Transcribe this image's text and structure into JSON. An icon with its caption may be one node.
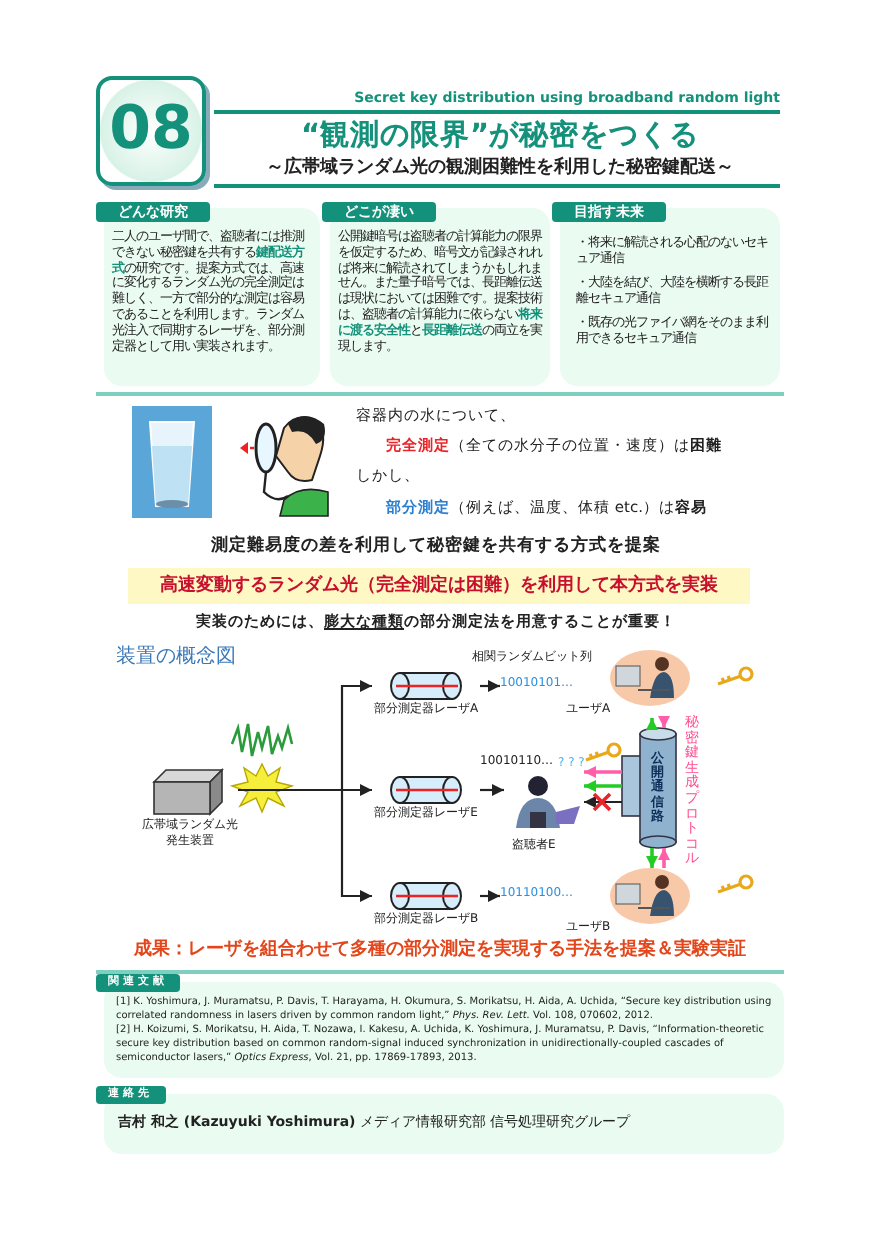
{
  "diagram": {
    "title": "“観測の限界”が秘密をつくる",
    "nodes": [
      {
        "text": [
          "08"
        ]
      },
      {
        "text": [
          "どんな研究",
          "二人のユーザ間で、盗聴者には推測できない秘密鍵を共有する**鍵配送方式**の研究です。提案方式では、高速に変化するランダム光の完全測定は難しく、一方で部分的な測定は容易であることを利用します。ランダム光注入で同期するレーザを、部分測定器として用い実装されます。"
        ]
      },
      {
        "text": [
          "どこが凄い",
          "公開鍵暗号は盗聴者の計算能力の限界を仮定するため、暗号文が記録されれば将来に解読されてしまうかもしれません。また量子暗号では、長距離伝送は現状においては困難です。提案技術は、盗聴者の計算能力に依らない**将来に渡る安全性**と**長距離伝送**の両立を実現します。"
        ]
      },
      {
        "text": [
          "目指す未来",
          "・将来に解読される心配のないセキュア通信",
          "・大陸を結び、大陸を横断する長距離セキュア通信",
          "・既存の光ファイバ網をそのまま利用できるセキュア通信"
        ]
      },
      {
        "text": [
          "高速変動するランダム光（完全測定は困難）を利用して本方式を実装"
        ]
      },
      {
        "text": [
          "広帯域ランダム光発生装置"
        ]
      },
      {
        "text": [
          "部分測定器レーザA"
        ]
      },
      {
        "text": [
          "部分測定器レーザE"
        ]
      },
      {
        "text": [
          "部分測定器レーザB"
        ]
      },
      {
        "text": [
          "10010101…"
        ]
      },
      {
        "text": [
          "10010110…"
        ]
      },
      {
        "text": [
          "10110100…"
        ]
      },
      {
        "text": [
          "ユーザA"
        ]
      },
      {
        "text": [
          "盗聴者E"
        ]
      },
      {
        "text": [
          "ユーザB"
        ]
      },
      {
        "text": [
          "公開通信路"
        ]
      },
      {
        "text": [
          "関連文献",
          "[1] K. Yoshimura, J. Muramatsu, P. Davis, T. Harayama, H. Okumura, S. Morikatsu, H. Aida, A. Uchida, “Secure key distribution using correlated randomness in lasers driven by common random light,” *Phys. Rev. Lett.* Vol. 108, 070602, 2012.",
          "[2] H. Koizumi, S. Morikatsu, H. Aida, T. Nozawa, I. Kakesu, A. Uchida, K. Yoshimura, J. Muramatsu, P. Davis, “Information-theoretic secure key distribution based on common random-signal induced synchronization in unidirectionally-coupled cascades of semiconductor lasers,” *Optics Express*, Vol. 21, pp. 17869-17893, 2013."
        ]
      },
      {
        "text": [
          "連絡先",
          "吉村 和之 (Kazuyuki Yoshimura)",
          "メディア情報研究部 信号処理研究グループ"
        ]
      }
    ],
    "edges": [
      {
        "from": 5,
        "to": 6,
        "arrow": "to"
      },
      {
        "from": 5,
        "to": 7,
        "arrow": "to"
      },
      {
        "from": 5,
        "to": 8,
        "arrow": "to"
      },
      {
        "from": 6,
        "to": 9,
        "arrow": "to"
      },
      {
        "from": 7,
        "to": 13,
        "arrow": "to"
      },
      {
        "from": 8,
        "to": 11,
        "arrow": "to"
      },
      {
        "from": 15,
        "to": 12,
        "arrow": "to",
        "color": "#22cc22"
      },
      {
        "from": 12,
        "to": 15,
        "arrow": "to",
        "color": "#ff5fa8"
      },
      {
        "from": 15,
        "to": 14,
        "arrow": "to",
        "color": "#22cc22"
      },
      {
        "from": 14,
        "to": 15,
        "arrow": "to",
        "color": "#ff5fa8"
      },
      {
        "from": 15,
        "to": 13,
        "arrow": "to",
        "color": "#ff5fa8"
      },
      {
        "from": 15,
        "to": 13,
        "arrow": "to",
        "color": "#22cc22"
      },
      {
        "from": 15,
        "to": 13,
        "arrow": "to"
      }
    ],
    "labels": [
      "Secret key distribution using broadband random light",
      "～広帯域ランダム光の観測困難性を利用した秘密鍵配送～",
      "容器内の水について、",
      "**完全測定**（全ての水分子の位置・速度）は**困難**",
      "しかし、",
      "**部分測定**（例えば、温度、体積 etc.）は**容易**",
      "測定難易度の差を利用して秘密鍵を共有する方式を提案",
      "実装のためには、**膨大な種類**の部分測定法を用意することが重要！",
      "装置の概念図",
      "相関ランダムビット列",
      "? ? ?",
      "秘密鍵生成プロトコル",
      "成果：レーザを組合わせて多種の部分測定を実現する手法を提案＆実験実証"
    ]
  }
}
